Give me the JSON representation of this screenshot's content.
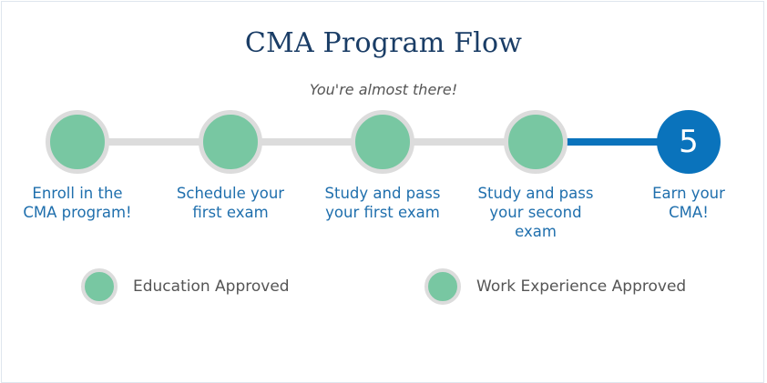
{
  "title": "CMA Program Flow",
  "subtitle": "You're almost there!",
  "steps": [
    {
      "label_line1": "Enroll in the",
      "label_line2": "CMA program!",
      "label_line3": "",
      "status": "complete"
    },
    {
      "label_line1": "Schedule your",
      "label_line2": "first exam",
      "label_line3": "",
      "status": "complete"
    },
    {
      "label_line1": "Study and pass",
      "label_line2": "your first exam",
      "label_line3": "",
      "status": "complete"
    },
    {
      "label_line1": "Study and pass",
      "label_line2": "your second",
      "label_line3": "exam",
      "status": "complete"
    },
    {
      "label_line1": "Earn your",
      "label_line2": "CMA!",
      "label_line3": "",
      "status": "current",
      "number": "5"
    }
  ],
  "legend": [
    {
      "label": "Education Approved",
      "status": "complete"
    },
    {
      "label": "Work Experience Approved",
      "status": "complete"
    }
  ],
  "colors": {
    "complete": "#78c7a2",
    "current": "#0a73bc",
    "track": "#dcdcdc",
    "title": "#1a3d66",
    "label": "#1f6fad"
  }
}
